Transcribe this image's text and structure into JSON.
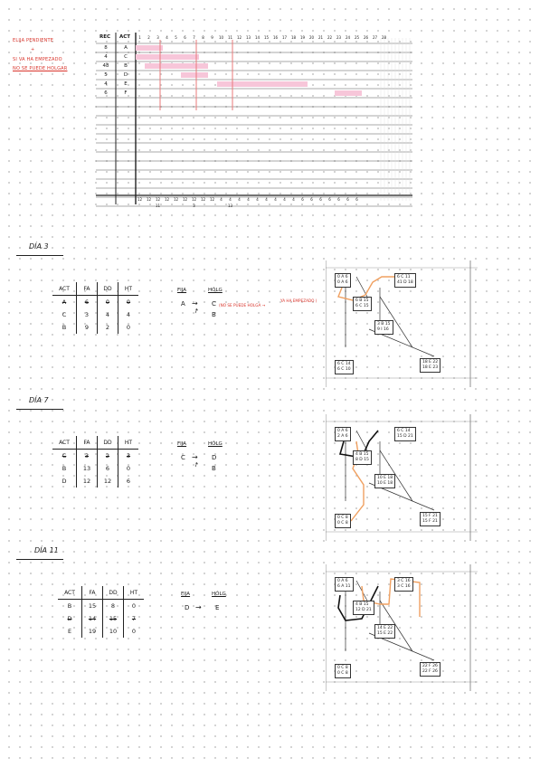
{
  "legend": {
    "item1": "ELIJA PENDIENTE",
    "item1b": "+",
    "item2": "SI VA HA EMPEZADO",
    "item3": "NO SE PUEDE HOLGAR"
  },
  "gantt": {
    "header_rec": "REC",
    "header_act": "ACT",
    "days": [
      "1",
      "2",
      "3",
      "4",
      "5",
      "6",
      "7",
      "8",
      "9",
      "10",
      "11",
      "12",
      "13",
      "14",
      "15",
      "16",
      "17",
      "18",
      "19",
      "20",
      "21",
      "22",
      "23",
      "24",
      "25",
      "26",
      "27",
      "28"
    ],
    "rows": [
      {
        "rec": "8",
        "act": "A"
      },
      {
        "rec": "4",
        "act": "C"
      },
      {
        "rec": "48",
        "act": "B"
      },
      {
        "rec": "5",
        "act": "D"
      },
      {
        "rec": "4",
        "act": "E"
      },
      {
        "rec": "6",
        "act": "F"
      }
    ],
    "totals": [
      "12",
      "12",
      "12",
      "12",
      "12",
      "12",
      "12",
      "12",
      "12",
      "4",
      "4",
      "4",
      "4",
      "4",
      "4",
      "4",
      "4",
      "4",
      "6",
      "6",
      "6",
      "6",
      "6",
      "6",
      "6"
    ],
    "totals_sub": [
      "11",
      "3",
      "13"
    ]
  },
  "sections": [
    {
      "title": "DÍA 3",
      "headers": [
        "ACT",
        "FA",
        "DD",
        "HT"
      ],
      "rows": [
        {
          "act": "A",
          "fa": "6",
          "dd": "0",
          "ht": "0",
          "strike": true
        },
        {
          "act": "C",
          "fa": "3",
          "dd": "4",
          "ht": "4",
          "strike": false
        },
        {
          "act": "B",
          "fa": "9",
          "dd": "2",
          "ht": "0",
          "strike": false
        }
      ],
      "fija_label": "FIJA",
      "holg_label": "HÓLG",
      "fija": [
        "A"
      ],
      "holg": [
        "C",
        "B"
      ],
      "note1": "(NO SE PUEDE HOLGA → ",
      "note2": "YA HA EMPEZADO )",
      "nodes": [
        {
          "l1": "0  A  6",
          "l2": "0  A  6"
        },
        {
          "l1": "6  C  11",
          "l2": "41  D  18"
        },
        {
          "l1": "6  B  15",
          "l2": "6  C  15"
        },
        {
          "l1": "3  B  15",
          "l2": "9  I  16"
        },
        {
          "l1": "6  C  14",
          "l2": "6  C  10"
        },
        {
          "l1": "18  E  22",
          "l2": "18  E  23"
        }
      ]
    },
    {
      "title": "DÍA 7",
      "headers": [
        "ACT",
        "FA",
        "DD",
        "HT"
      ],
      "rows": [
        {
          "act": "C",
          "fa": "3",
          "dd": "2",
          "ht": "3",
          "strike": true
        },
        {
          "act": "B",
          "fa": "13",
          "dd": "6",
          "ht": "0",
          "strike": false
        },
        {
          "act": "D",
          "fa": "12",
          "dd": "12",
          "ht": "6",
          "strike": false
        }
      ],
      "fija_label": "FIJA",
      "holg_label": "HÓLG",
      "fija": [
        "C"
      ],
      "holg": [
        "D",
        "B"
      ],
      "nodes": [
        {
          "l1": "0  A  6",
          "l2": "2  A  6"
        },
        {
          "l1": "6  C  14",
          "l2": "15  D  21"
        },
        {
          "l1": "4  B  15",
          "l2": "8  D  15"
        },
        {
          "l1": "10  E  18",
          "l2": "10  E  18"
        },
        {
          "l1": "0  C  8",
          "l2": "0  C  8"
        },
        {
          "l1": "15  F  21",
          "l2": "15  F  21"
        }
      ]
    },
    {
      "title": "DÍA 11",
      "headers": [
        "ACT",
        "FA",
        "DD",
        "HT"
      ],
      "rows": [
        {
          "act": "B",
          "fa": "15",
          "dd": "8",
          "ht": "0",
          "strike": false
        },
        {
          "act": "D",
          "fa": "14",
          "dd": "15",
          "ht": "7",
          "strike": true
        },
        {
          "act": "E",
          "fa": "19",
          "dd": "10",
          "ht": "0",
          "strike": false
        }
      ],
      "fija_label": "FIJA",
      "holg_label": "HÓLG",
      "fija": [
        "D"
      ],
      "holg": [
        "E"
      ],
      "nodes": [
        {
          "l1": "0  A  6",
          "l2": "6  A  11"
        },
        {
          "l1": "3  C  16",
          "l2": "3  C  16"
        },
        {
          "l1": "4  B  15",
          "l2": "12  D  21"
        },
        {
          "l1": "14  E  22",
          "l2": "15  E  22"
        },
        {
          "l1": "0  C  8",
          "l2": "0  C  8"
        },
        {
          "l1": "22  F  26",
          "l2": "22  F  26"
        }
      ]
    }
  ],
  "colors": {
    "accent_red": "#d9342b",
    "highlight_pink": "#f7c6d9",
    "path_orange": "#f0a060",
    "ink": "#1a1a1a"
  }
}
